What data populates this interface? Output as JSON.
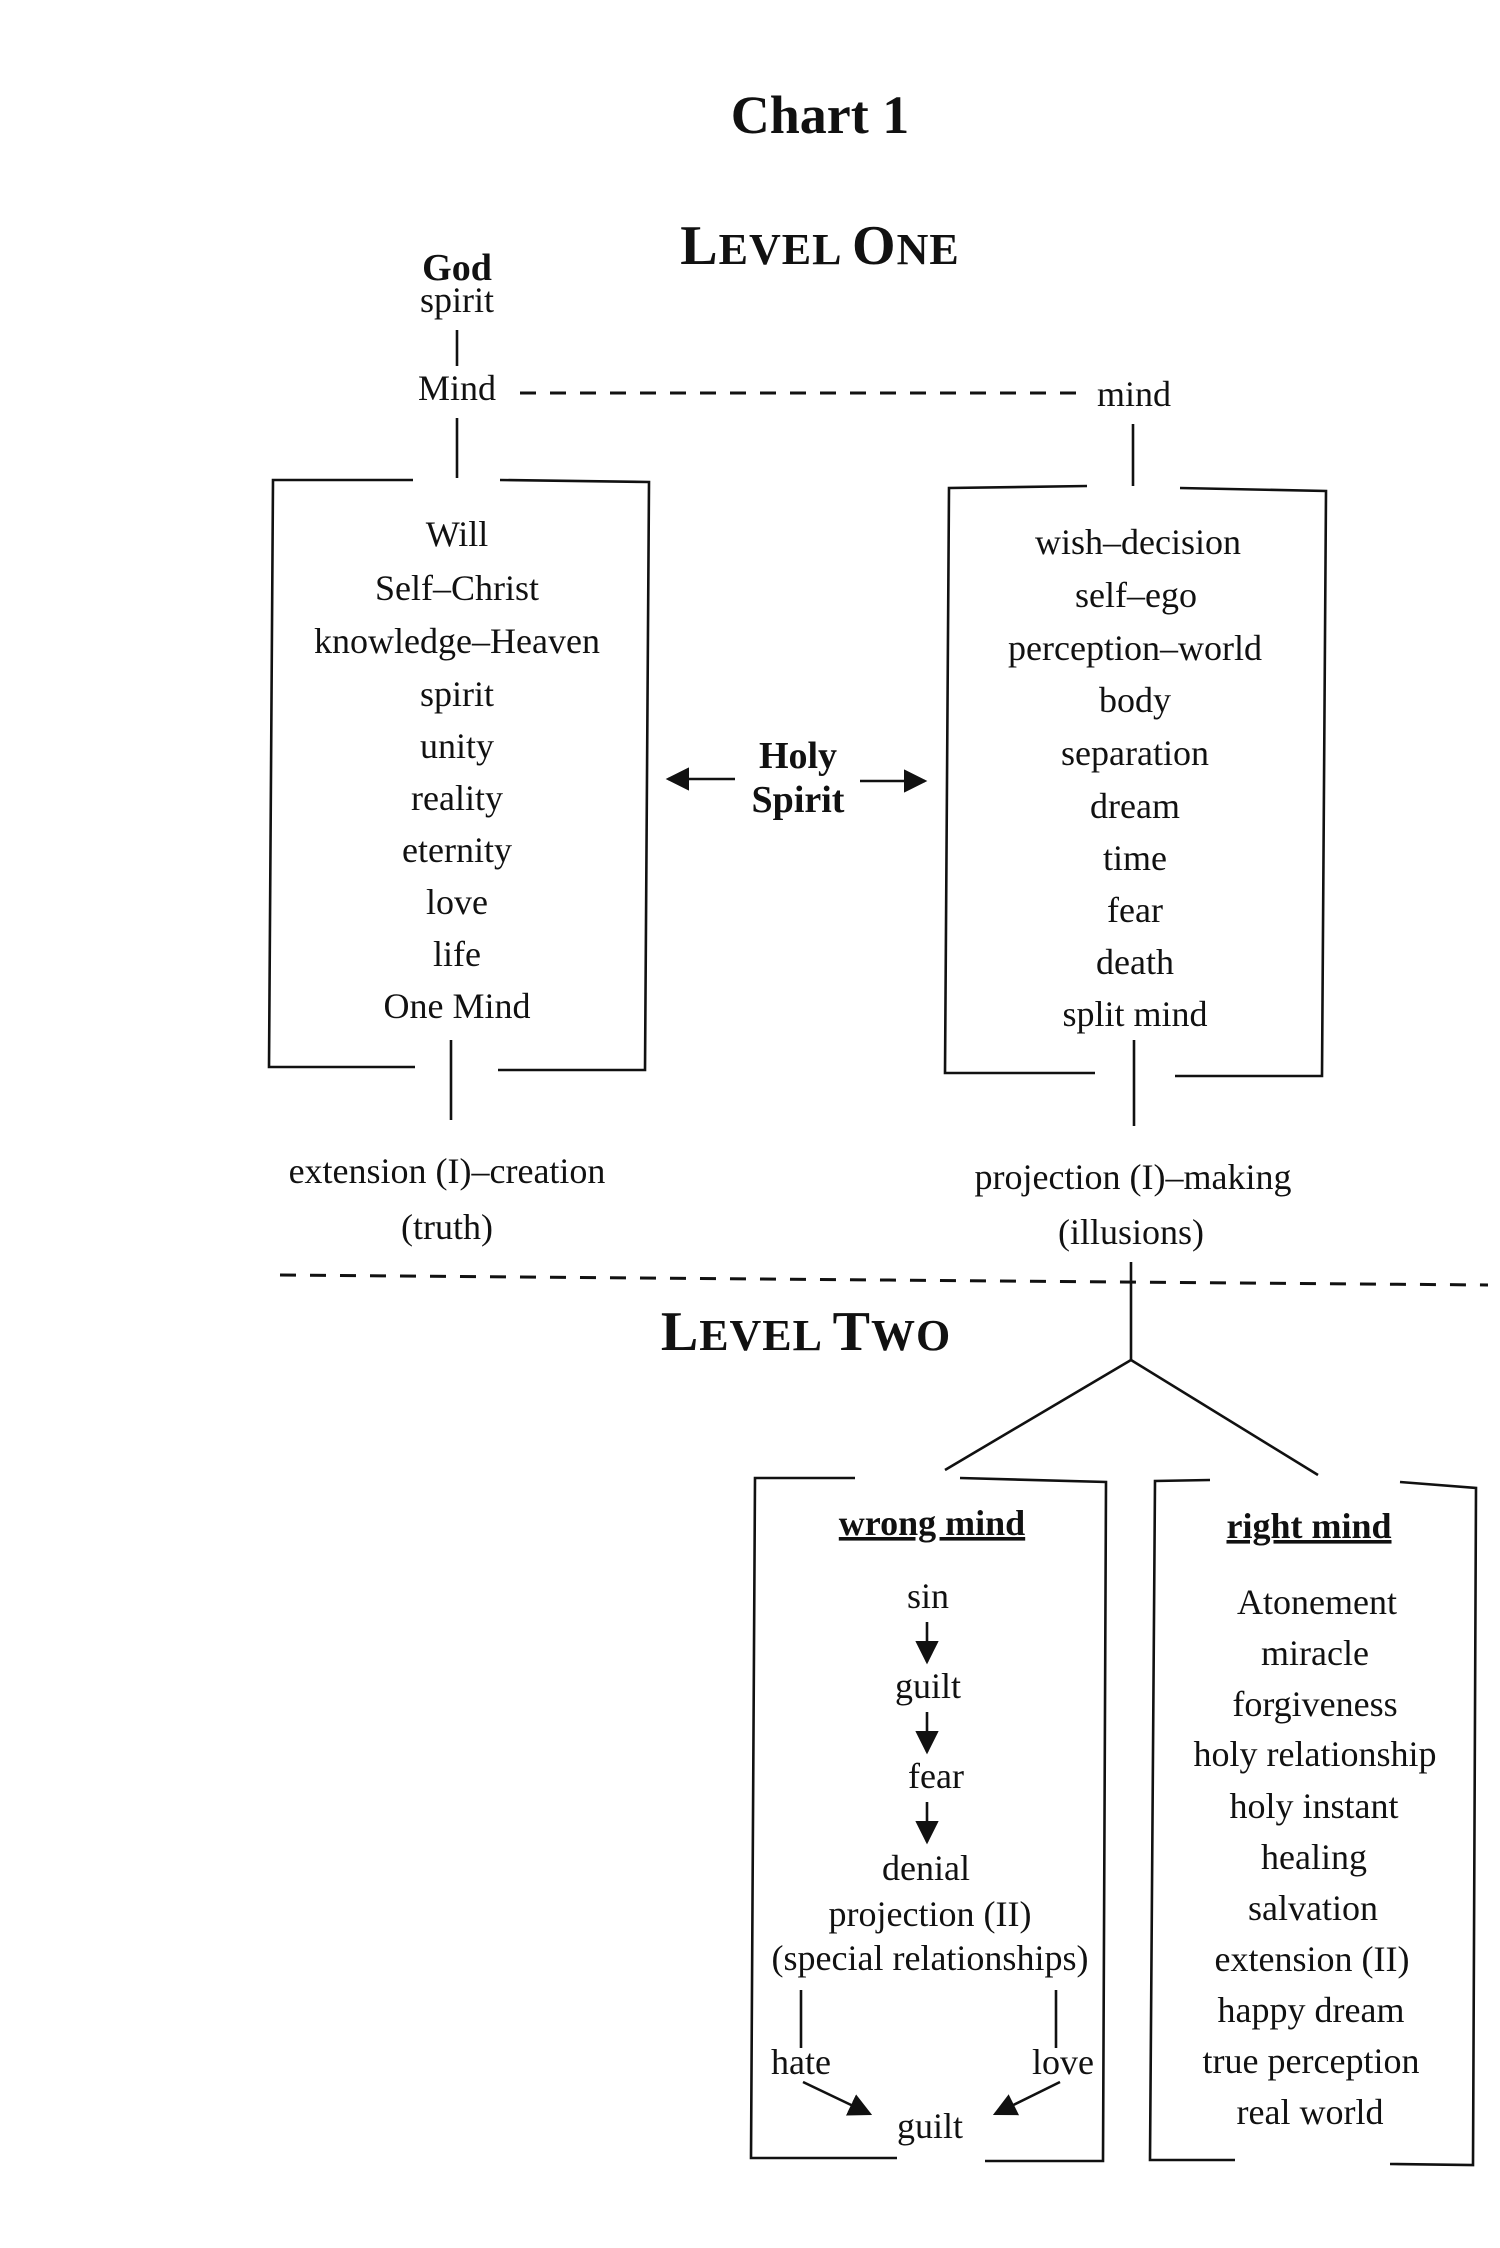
{
  "title": "Chart 1",
  "level_one": {
    "first": "L",
    "rest_a": "EVEL ",
    "second": "O",
    "rest_b": "NE"
  },
  "level_two": {
    "first": "L",
    "rest_a": "EVEL ",
    "second": "T",
    "rest_b": "WO"
  },
  "left": {
    "god": "God",
    "spirit": "spirit",
    "mind": "Mind",
    "items": [
      "Will",
      "Self–Christ",
      "knowledge–Heaven",
      "spirit",
      "unity",
      "reality",
      "eternity",
      "love",
      "life",
      "One Mind"
    ],
    "outcome_1": "extension (I)–creation",
    "outcome_2": "(truth)"
  },
  "holy_spirit": {
    "line1": "Holy",
    "line2": "Spirit"
  },
  "right": {
    "mind": "mind",
    "items": [
      "wish–decision",
      "self–ego",
      "perception–world",
      "body",
      "separation",
      "dream",
      "time",
      "fear",
      "death",
      "split mind"
    ],
    "outcome_1": "projection (I)–making",
    "outcome_2": "(illusions)"
  },
  "wrong_mind": {
    "heading": "wrong mind",
    "chain": [
      "sin",
      "guilt",
      "fear",
      "denial"
    ],
    "projection": "projection (II)",
    "special": "(special relationships)",
    "hate": "hate",
    "love": "love",
    "guilt_end": "guilt"
  },
  "right_mind": {
    "heading": "right mind",
    "items": [
      "Atonement",
      "miracle",
      "forgiveness",
      "holy relationship",
      "holy instant",
      "healing",
      "salvation",
      "extension (II)",
      "happy dream",
      "true perception",
      "real world"
    ]
  }
}
